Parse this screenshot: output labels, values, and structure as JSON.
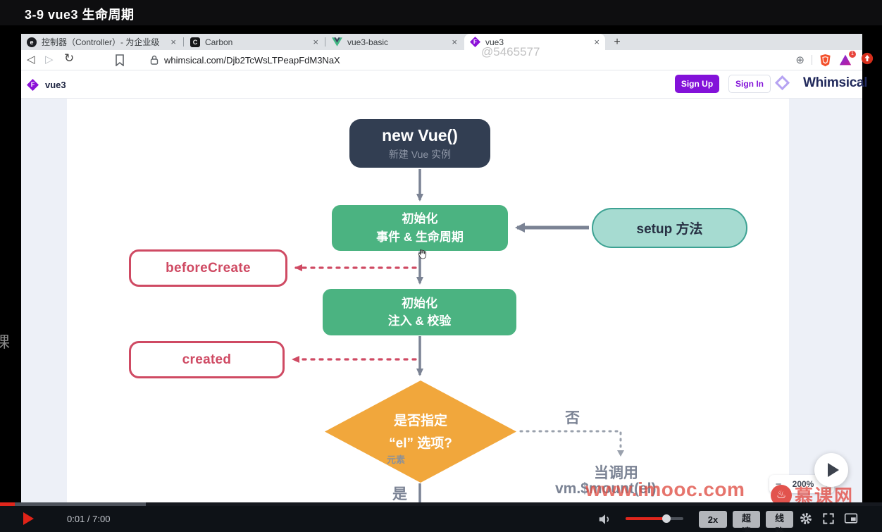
{
  "video_title": "3-9 vue3 生命周期",
  "player": {
    "time": "0:01 / 7:00",
    "speed": "2x",
    "quality": "超清",
    "route": "线路",
    "brand": "慕课网",
    "watermark": "www.imooc.com",
    "watermark_handle": "@5465577",
    "side_char": "课"
  },
  "browser": {
    "tabs": [
      {
        "label": "控制器（Controller）- 为企业级",
        "favicon": "e"
      },
      {
        "label": "Carbon",
        "favicon": "C"
      },
      {
        "label": "vue3-basic",
        "favicon": "vue"
      },
      {
        "label": "vue3",
        "favicon": "F"
      }
    ],
    "close": "×",
    "new_tab": "+",
    "url": "whimsical.com/Djb2TcWsLTPeapFdM3NaX",
    "ext_badge": "1",
    "icons": {
      "back": "◁",
      "forward": "▷",
      "reload": "↻",
      "circle_plus": "⊕"
    }
  },
  "header": {
    "doc_title": "vue3",
    "doc_icon_letter": "F",
    "sign_up": "Sign Up",
    "sign_in": "Sign In",
    "brand": "Whimsical"
  },
  "canvas": {
    "zoom": "200%",
    "zoom_out": "−",
    "zoom_in": "+"
  },
  "flow": {
    "new_vue_title": "new Vue()",
    "new_vue_sub": "新建 Vue 实例",
    "init1_l1": "初始化",
    "init1_l2": "事件 & 生命周期",
    "setup": "setup 方法",
    "before_create": "beforeCreate",
    "init2_l1": "初始化",
    "init2_l2": "注入 & 校验",
    "created": "created",
    "decision_l1": "是否指定",
    "decision_l2": "“el” 选项?",
    "decision_note": "元素",
    "no": "否",
    "yes": "是",
    "call_line1": "当调用",
    "call_line2": "vm.$mount(el)"
  },
  "colors": {
    "accent_purple": "#8312d9",
    "node_green": "#4bb381",
    "node_navy": "#323e52",
    "node_orange": "#f1a73c",
    "lifecycle_red": "#cf4a63",
    "setup_teal_fill": "#a6dbd1",
    "setup_teal_border": "#3da293",
    "arrow_gray": "#7b8394",
    "player_red": "#e0261c",
    "imooc_red": "#e2534d"
  }
}
